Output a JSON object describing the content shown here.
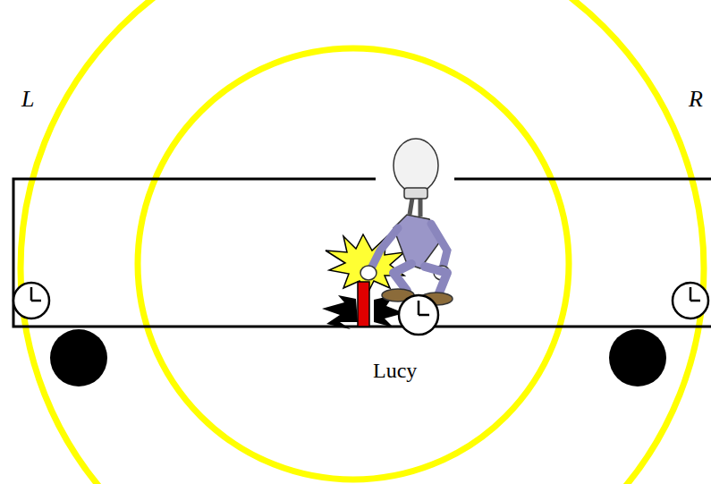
{
  "diagram": {
    "labels": [
      "L",
      "R",
      "Lucy"
    ]
  }
}
